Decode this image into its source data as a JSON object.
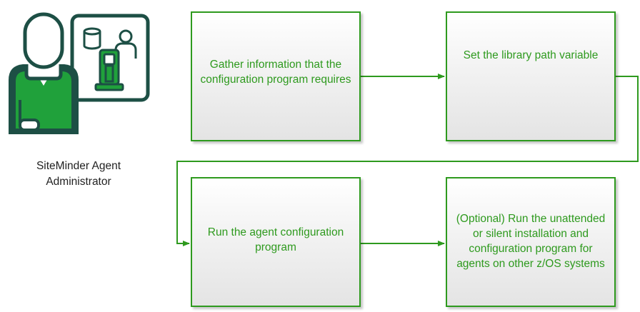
{
  "role": {
    "line1": "SiteMinder Agent",
    "line2": "Administrator"
  },
  "steps": [
    {
      "text": "Gather information that the configuration program requires"
    },
    {
      "text": "Set the library path variable"
    },
    {
      "text": "Run the agent configuration program"
    },
    {
      "text": "(Optional) Run the unattended or silent installation and configuration program for agents on other z/OS systems"
    }
  ],
  "colors": {
    "accent_green": "#2e9a1e",
    "icon_teal": "#1d4f45",
    "icon_green": "#20a13b"
  },
  "icons": {
    "administrator": "person-with-database-and-server-icon"
  }
}
